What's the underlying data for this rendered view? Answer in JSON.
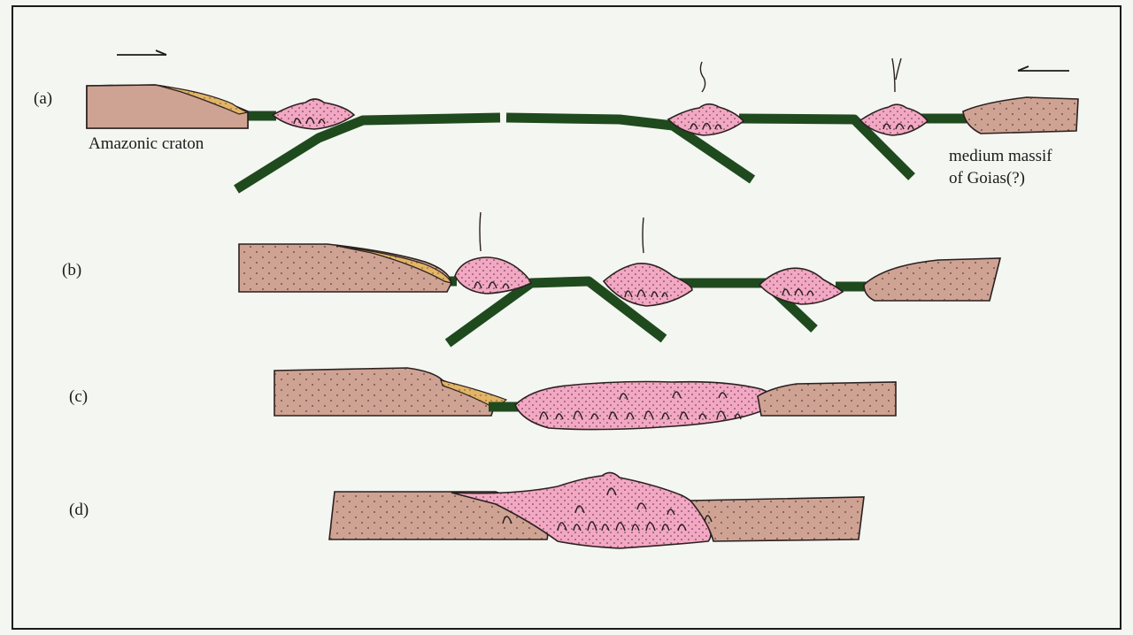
{
  "panels": [
    {
      "id": "a",
      "label": "(a)"
    },
    {
      "id": "b",
      "label": "(b)"
    },
    {
      "id": "c",
      "label": "(c)"
    },
    {
      "id": "d",
      "label": "(d)"
    }
  ],
  "annotations": {
    "left_block": "Amazonic craton",
    "right_block_line1": "medium massif",
    "right_block_line2": "of Goias(?)"
  },
  "colors": {
    "crust": "#cfa393",
    "magma_arc": "#f2a8c3",
    "oceanic_slab": "#1f4a1e",
    "sediment": "#e2b466",
    "background": "#f4f6f1"
  }
}
